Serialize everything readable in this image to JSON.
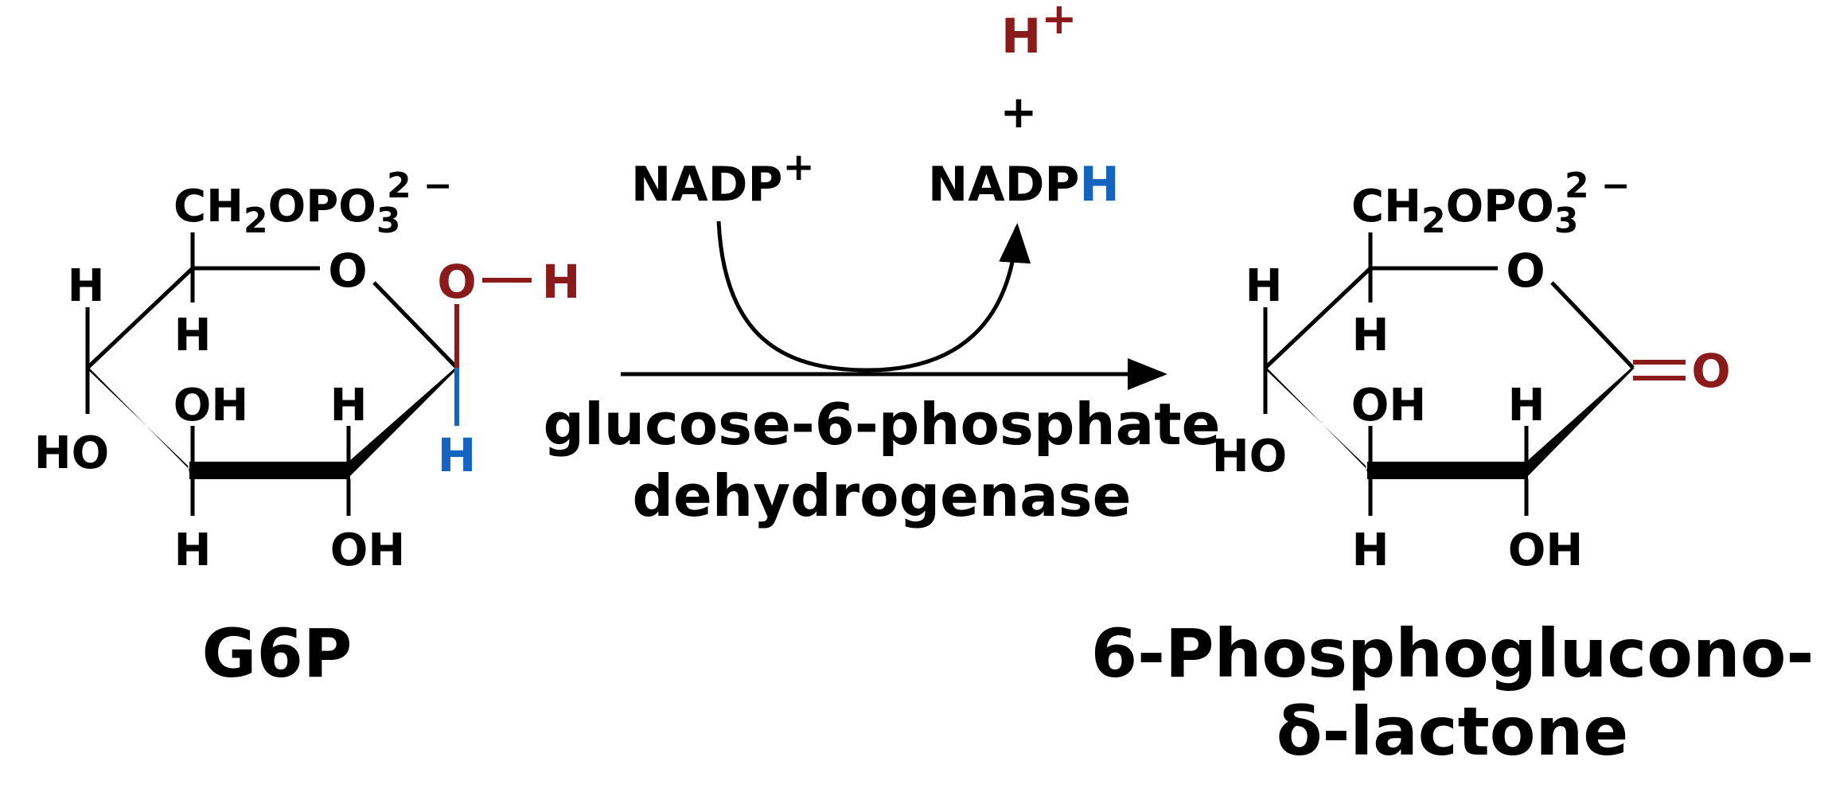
{
  "colors": {
    "ink": "#000000",
    "red": "#8b1a1a",
    "blue": "#1565c0",
    "background": "#ffffff"
  },
  "left": {
    "name": "G6P",
    "ch2_prefix": "CH",
    "sub_2": "2",
    "opo": "OPO",
    "sub_3": "3",
    "charge": "2 −",
    "ring_o": "O",
    "h": "H",
    "oh": "OH",
    "ho": "HO",
    "anomeric_o": "O",
    "anomeric_h": "H",
    "transferred_h": "H"
  },
  "right": {
    "name_line1": "6-Phosphoglucono-",
    "name_line2": "δ-lactone",
    "ch2_prefix": "CH",
    "sub_2": "2",
    "opo": "OPO",
    "sub_3": "3",
    "charge": "2 −",
    "ring_o": "O",
    "h": "H",
    "oh": "OH",
    "ho": "HO",
    "carbonyl_o": "O"
  },
  "reaction": {
    "enzyme_line1": "glucose-6-phosphate",
    "enzyme_line2": "dehydrogenase",
    "cofactor_in": "NADP",
    "cofactor_in_charge": "+",
    "cofactor_out": "NADP",
    "cofactor_out_h": "H",
    "proton": "H",
    "proton_charge": "+",
    "plus": "+"
  }
}
